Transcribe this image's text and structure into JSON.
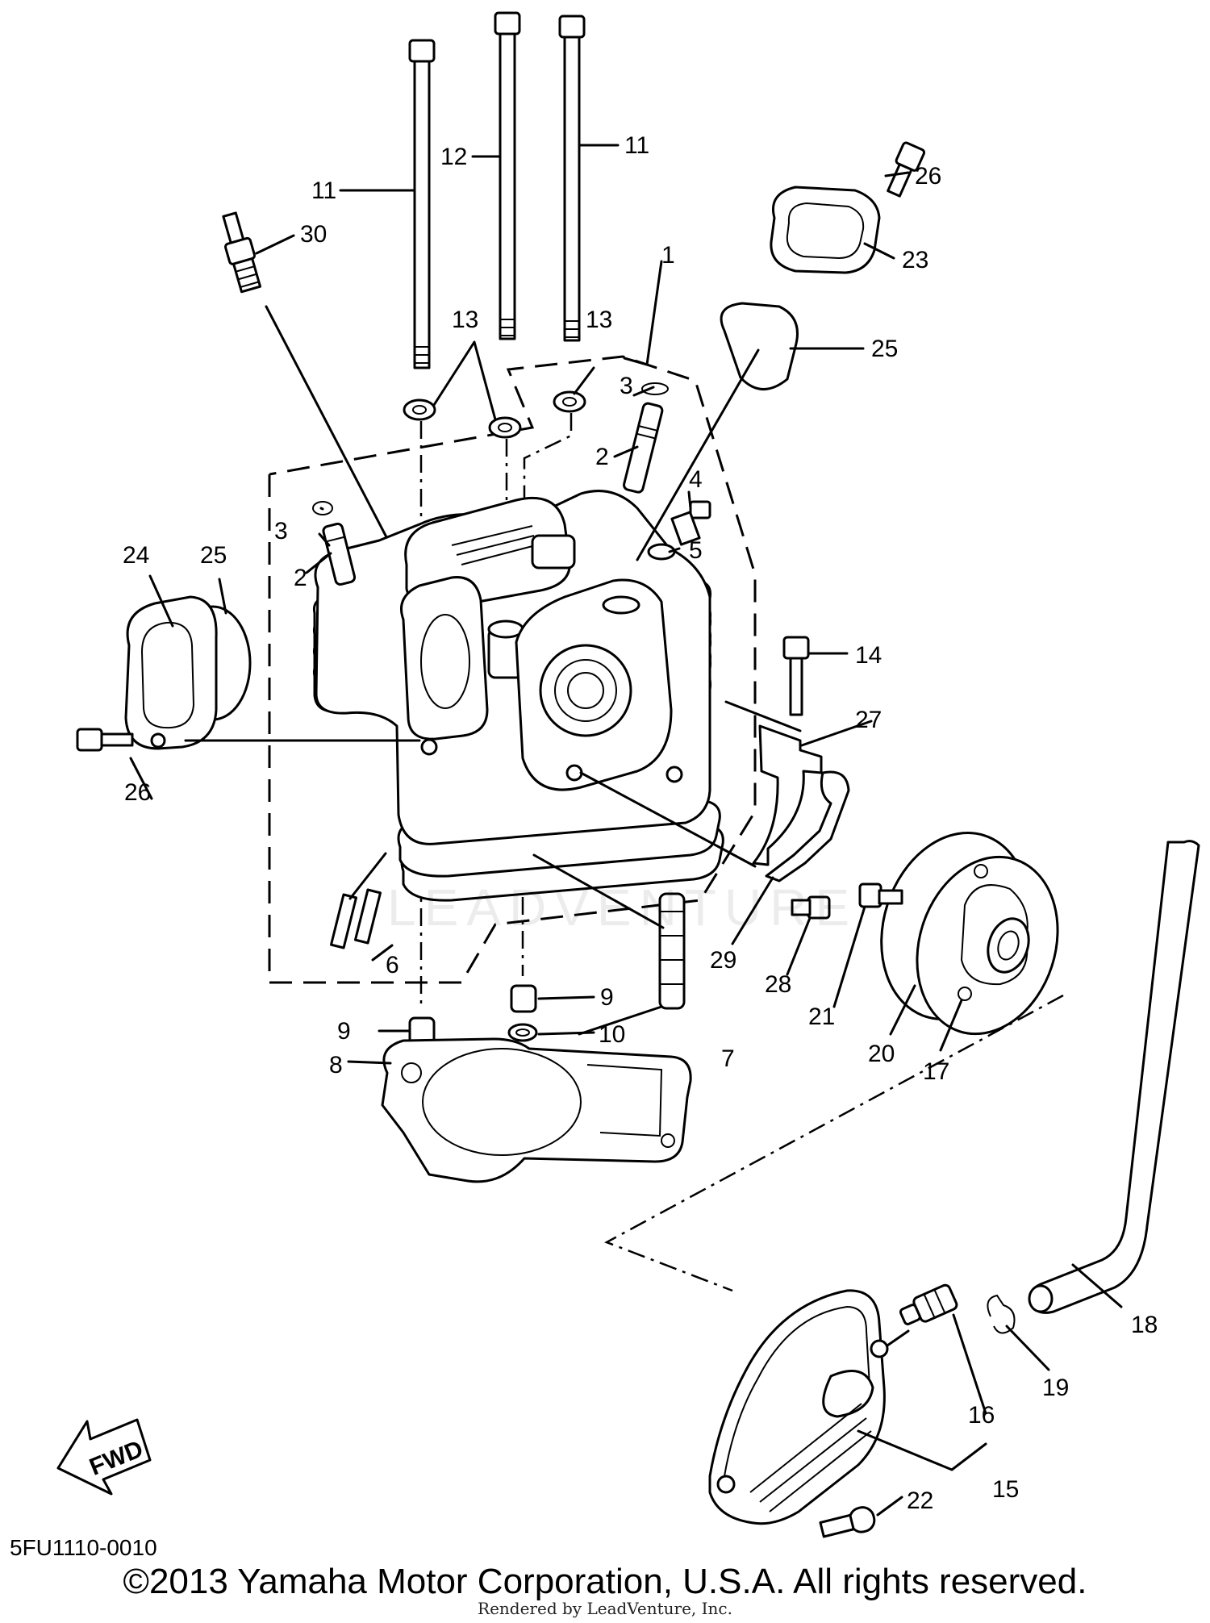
{
  "diagram": {
    "code": "5FU1110-0010",
    "copyright": "©2013 Yamaha Motor Corporation, U.S.A. All rights reserved.",
    "renderer": "Rendered by LeadVenture, Inc.",
    "watermark": "LEADVENTURE",
    "fwd_label": "FWD",
    "callouts": [
      "1",
      "2",
      "2",
      "3",
      "3",
      "4",
      "5",
      "6",
      "7",
      "8",
      "9",
      "9",
      "10",
      "11",
      "11",
      "12",
      "13",
      "13",
      "14",
      "15",
      "16",
      "17",
      "18",
      "19",
      "20",
      "21",
      "22",
      "23",
      "24",
      "25",
      "25",
      "26",
      "26",
      "27",
      "28",
      "29",
      "30"
    ]
  }
}
